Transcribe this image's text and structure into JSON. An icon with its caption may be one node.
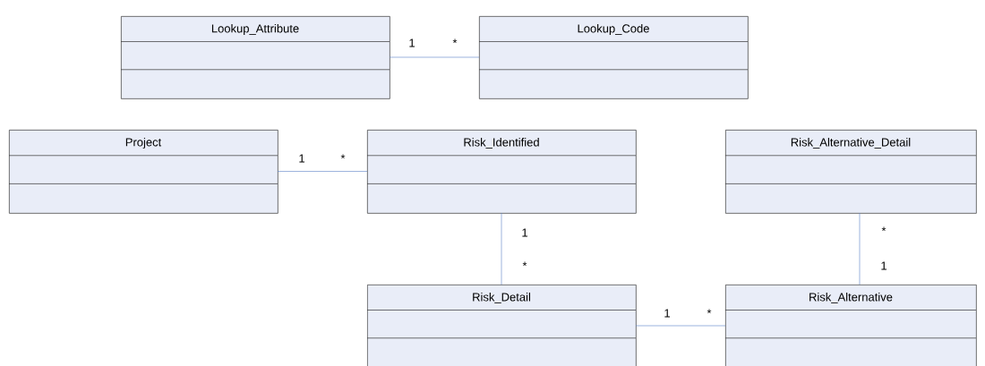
{
  "diagram": {
    "nodes": [
      {
        "text": [
          "Lookup_Attribute"
        ]
      },
      {
        "text": [
          "Lookup_Code"
        ]
      },
      {
        "text": [
          "Project"
        ]
      },
      {
        "text": [
          "Risk_Identified"
        ]
      },
      {
        "text": [
          "Risk_Alternative_Detail"
        ]
      },
      {
        "text": [
          "Risk_Detail"
        ]
      },
      {
        "text": [
          "Risk_Alternative"
        ]
      }
    ],
    "edges": [
      {
        "from": 0,
        "to": 1,
        "arrow": "none"
      },
      {
        "from": 2,
        "to": 3,
        "arrow": "none"
      },
      {
        "from": 3,
        "to": 5,
        "arrow": "none"
      },
      {
        "from": 4,
        "to": 6,
        "arrow": "none"
      },
      {
        "from": 5,
        "to": 6,
        "arrow": "none"
      }
    ],
    "labels": [
      "1",
      "*",
      "1",
      "*",
      "1",
      "*",
      "*",
      "1",
      "1",
      "*"
    ]
  }
}
